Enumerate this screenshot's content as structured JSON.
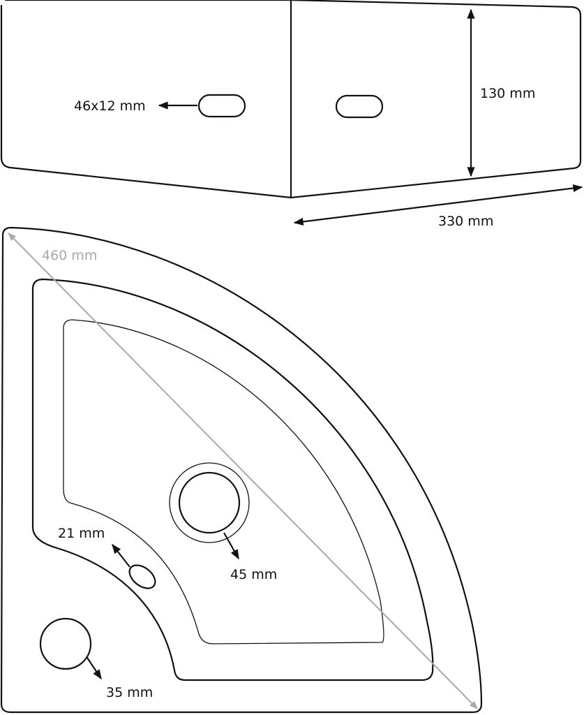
{
  "dimensions": {
    "slot": "46x12 mm",
    "height": "130 mm",
    "side_length": "330 mm",
    "diagonal": "460 mm",
    "small_hole": "21 mm",
    "drain": "45 mm",
    "tap_hole": "35 mm"
  },
  "colors": {
    "line": "#111111",
    "diagonal": "#a9a9a9",
    "background": "#ffffff"
  }
}
